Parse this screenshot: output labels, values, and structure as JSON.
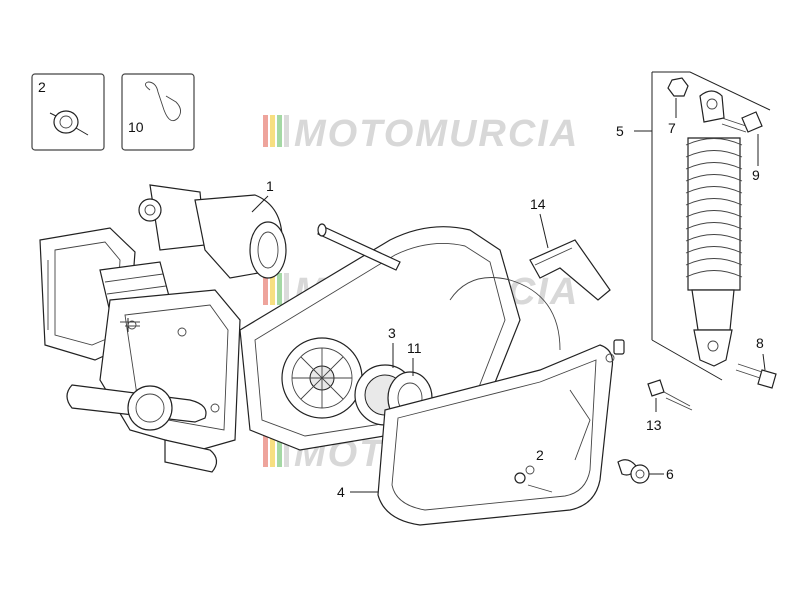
{
  "watermark": {
    "text": "MOTOMURCIA"
  },
  "callouts": {
    "c1": "1",
    "c2_box": "2",
    "c2": "2",
    "c3": "3",
    "c4": "4",
    "c5": "5",
    "c6": "6",
    "c7": "7",
    "c8": "8",
    "c9": "9",
    "c10": "10",
    "c11": "11",
    "c13": "13",
    "c14": "14"
  },
  "colors": {
    "watermark": "#d8d8d8",
    "stripe_red": "#e05a4a",
    "stripe_yellow": "#f0c419",
    "stripe_green": "#59b85a",
    "stripe_gray": "#bdbdbd"
  }
}
